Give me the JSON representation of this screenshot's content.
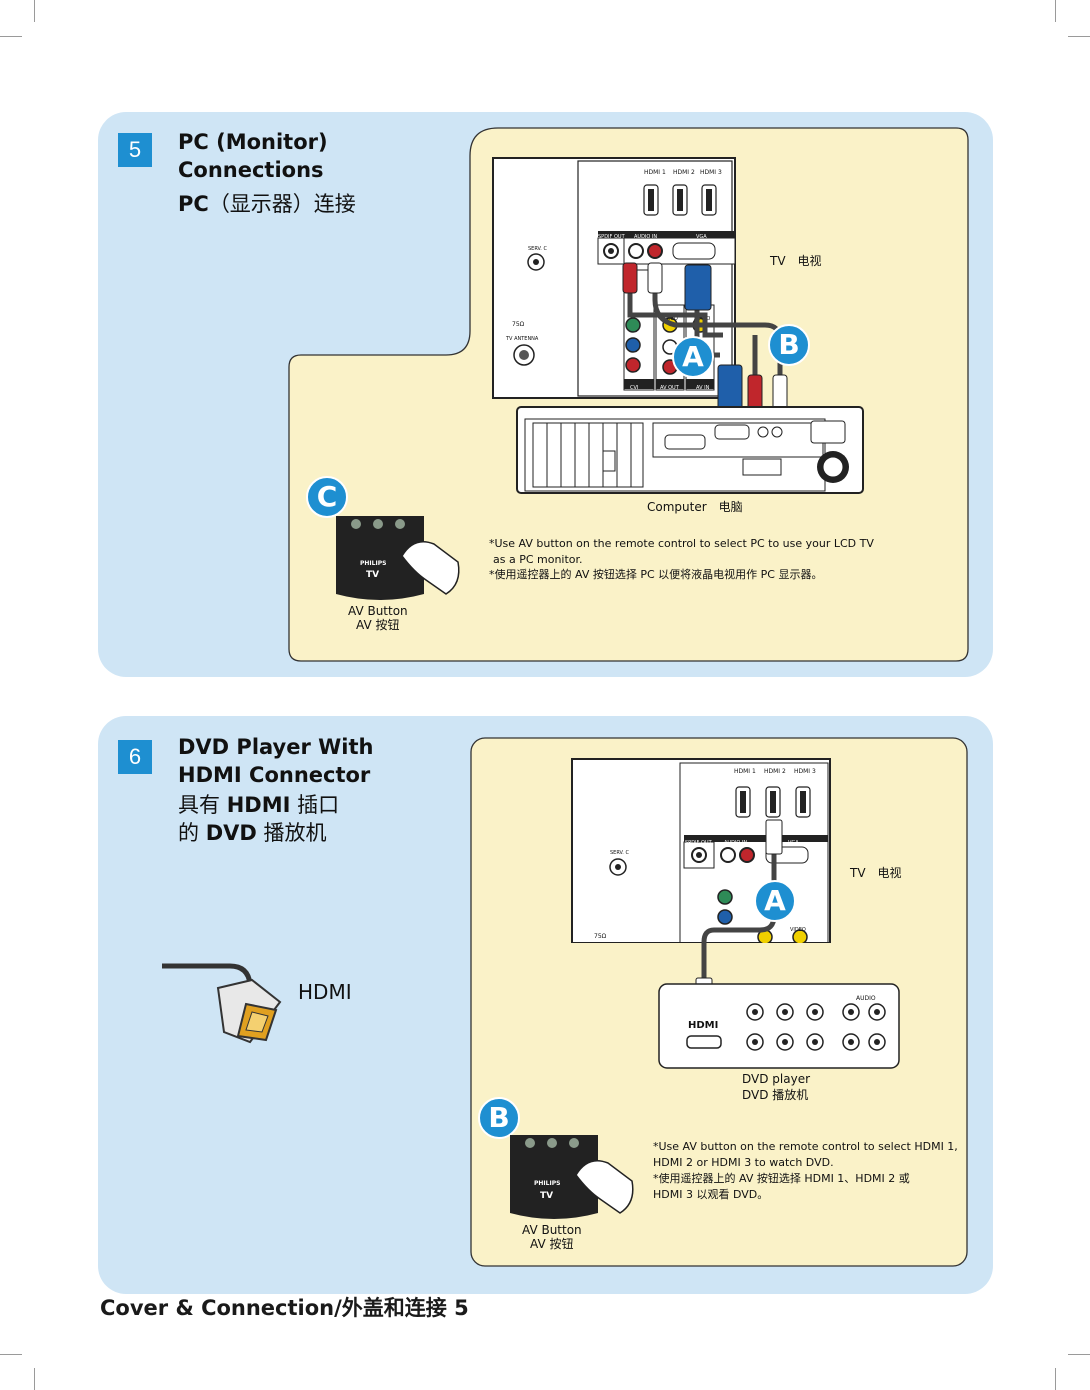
{
  "step5": {
    "number": "5",
    "title_line1": "PC (Monitor)",
    "title_line2": "Connections",
    "title_zh_prefix": "PC",
    "title_zh": "（显示器）连接",
    "tv_label": "TV　电视",
    "computer_label": "Computer　电脑",
    "marker_a": "A",
    "marker_b": "B",
    "marker_c": "C",
    "note_en_line1": "*Use AV button on the remote control to select PC to use your LCD TV",
    "note_en_line2": "as a PC monitor.",
    "note_zh": "*使用遥控器上的 AV 按钮选择 PC 以便将液晶电视用作 PC 显示器。",
    "av_button_en": "AV Button",
    "av_button_zh": "AV 按钮",
    "tv_ports": {
      "hdmi1": "HDMI 1",
      "hdmi2": "HDMI 2",
      "hdmi3": "HDMI 3",
      "spdif": "SPDIF OUT",
      "audio_in": "AUDIO IN",
      "vga": "VGA",
      "service": "SERV. C",
      "antenna": "TV ANTENNA",
      "ohm": "75Ω",
      "video": "VIDEO",
      "audio": "AUDIO",
      "cvi": "CVI",
      "av_out": "AV OUT",
      "av_in": "AV IN"
    }
  },
  "step6": {
    "number": "6",
    "title_line1": "DVD Player With",
    "title_line2": "HDMI Connector",
    "title_zh_line1_a": "具有 ",
    "title_zh_line1_b": "HDMI",
    "title_zh_line1_c": " 插口",
    "title_zh_line2_a": "的 ",
    "title_zh_line2_b": "DVD",
    "title_zh_line2_c": " 播放机",
    "hdmi_label": "HDMI",
    "tv_label": "TV　电视",
    "marker_a": "A",
    "marker_b": "B",
    "dvd_label_en": "DVD player",
    "dvd_label_zh": "DVD 播放机",
    "dvd_hdmi": "HDMI",
    "dvd_audio": "AUDIO",
    "note_en_line1": "*Use AV button on the remote control to select HDMI 1,",
    "note_en_line2": "HDMI 2 or HDMI 3 to watch DVD.",
    "note_zh_line1": "*使用遥控器上的 AV 按钮选择 HDMI 1、HDMI 2 或",
    "note_zh_line2": "HDMI 3 以观看 DVD。",
    "av_button_en": "AV Button",
    "av_button_zh": "AV 按钮"
  },
  "remote": {
    "brand": "PHILIPS",
    "logo": "TV"
  },
  "footer": {
    "text": "Cover & Connection/外盖和连接",
    "page": "5"
  },
  "colors": {
    "accent_blue": "#1e8fd1",
    "panel_blue": "#cfe5f5",
    "card_yellow": "#faf2c8"
  }
}
